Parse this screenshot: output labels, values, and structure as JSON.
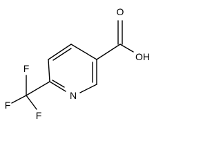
{
  "molecule": {
    "atoms": {
      "oxygen_carbonyl": "O",
      "hydroxyl": "OH",
      "ring_nitrogen": "N",
      "fluorine_top": "F",
      "fluorine_left": "F",
      "fluorine_bottom": "F"
    },
    "line_color": "#000000"
  }
}
